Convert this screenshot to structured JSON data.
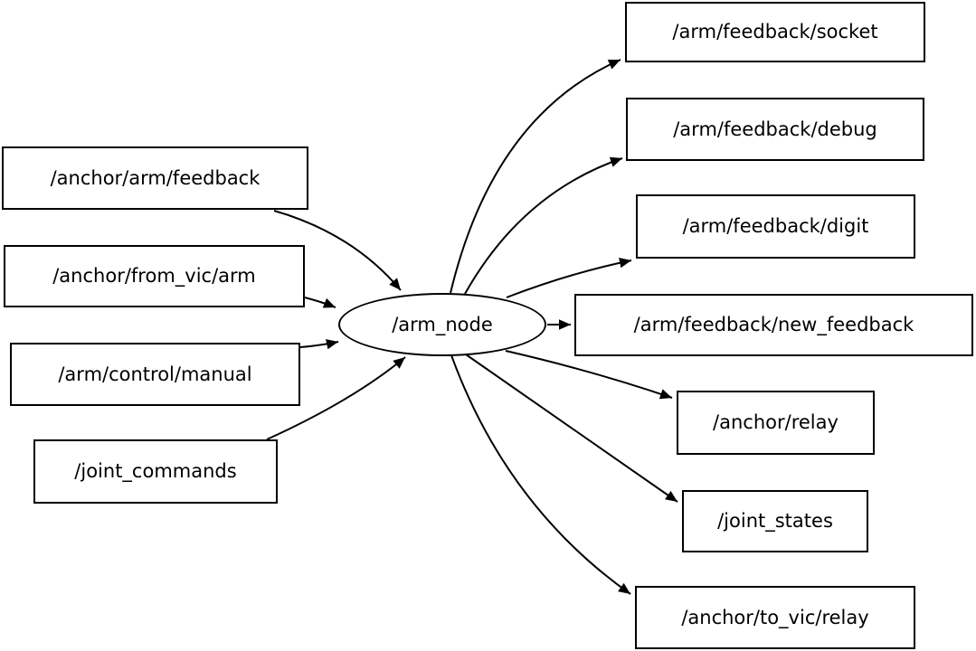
{
  "diagram": {
    "kind": "ros-node-topic-graph",
    "colors": {
      "background": "#ffffff",
      "node_fill": "#ffffff",
      "node_stroke": "#000000",
      "edge_stroke": "#000000",
      "text": "#000000"
    },
    "center_node": {
      "id": "arm_node",
      "label": "/arm_node",
      "shape": "ellipse"
    },
    "input_topics": [
      {
        "id": "anchor_arm_feedback",
        "label": "/anchor/arm/feedback",
        "shape": "box"
      },
      {
        "id": "anchor_from_vic_arm",
        "label": "/anchor/from_vic/arm",
        "shape": "box"
      },
      {
        "id": "arm_control_manual",
        "label": "/arm/control/manual",
        "shape": "box"
      },
      {
        "id": "joint_commands",
        "label": "/joint_commands",
        "shape": "box"
      }
    ],
    "output_topics": [
      {
        "id": "arm_feedback_socket",
        "label": "/arm/feedback/socket",
        "shape": "box"
      },
      {
        "id": "arm_feedback_debug",
        "label": "/arm/feedback/debug",
        "shape": "box"
      },
      {
        "id": "arm_feedback_digit",
        "label": "/arm/feedback/digit",
        "shape": "box"
      },
      {
        "id": "arm_feedback_new_feedback",
        "label": "/arm/feedback/new_feedback",
        "shape": "box"
      },
      {
        "id": "anchor_relay",
        "label": "/anchor/relay",
        "shape": "box"
      },
      {
        "id": "joint_states",
        "label": "/joint_states",
        "shape": "box"
      },
      {
        "id": "anchor_to_vic_relay",
        "label": "/anchor/to_vic/relay",
        "shape": "box"
      }
    ],
    "edges": [
      {
        "from": "anchor_arm_feedback",
        "to": "arm_node"
      },
      {
        "from": "anchor_from_vic_arm",
        "to": "arm_node"
      },
      {
        "from": "arm_control_manual",
        "to": "arm_node"
      },
      {
        "from": "joint_commands",
        "to": "arm_node"
      },
      {
        "from": "arm_node",
        "to": "arm_feedback_socket"
      },
      {
        "from": "arm_node",
        "to": "arm_feedback_debug"
      },
      {
        "from": "arm_node",
        "to": "arm_feedback_digit"
      },
      {
        "from": "arm_node",
        "to": "arm_feedback_new_feedback"
      },
      {
        "from": "arm_node",
        "to": "anchor_relay"
      },
      {
        "from": "arm_node",
        "to": "joint_states"
      },
      {
        "from": "arm_node",
        "to": "anchor_to_vic_relay"
      }
    ]
  }
}
